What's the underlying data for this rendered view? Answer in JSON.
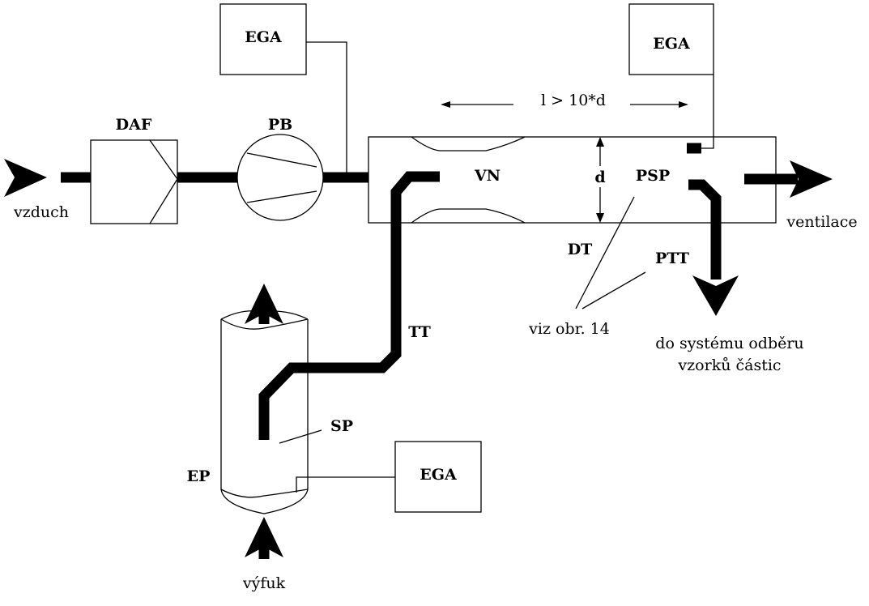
{
  "labels": {
    "ega_top_left": "EGA",
    "ega_top_right": "EGA",
    "ega_bottom": "EGA",
    "daf": "DAF",
    "pb": "PB",
    "vn": "VN",
    "d": "d",
    "psp": "PSP",
    "length_rule": "l > 10*d",
    "dt": "DT",
    "ptt": "PTT",
    "see_fig": "viz obr. 14",
    "tt": "TT",
    "sp": "SP",
    "ep": "EP",
    "air": "vzduch",
    "ventilation": "ventilace",
    "exhaust": "výfuk",
    "sampling_line1": "do systému odběru",
    "sampling_line2": "vzorků částic"
  }
}
